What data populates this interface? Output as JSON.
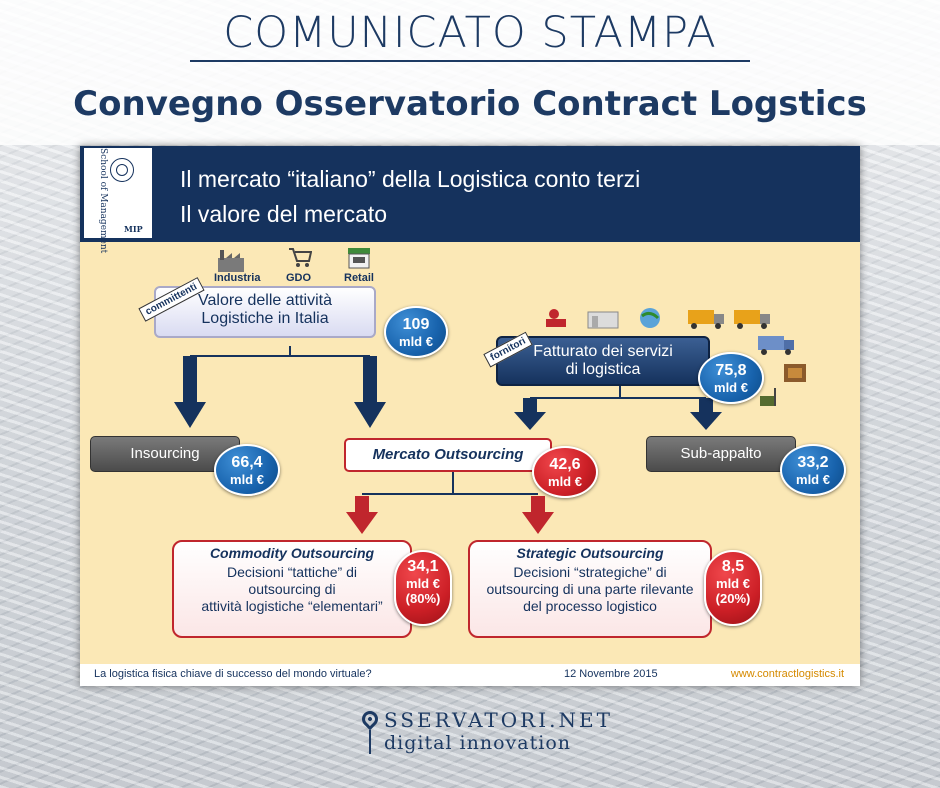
{
  "header": {
    "press_title": "COMUNICATO STAMPA",
    "event_title": "Convegno Osservatorio Contract Logstics"
  },
  "slide": {
    "title_line1": "Il mercato “italiano” della Logistica conto terzi",
    "title_line2": "Il valore del mercato",
    "school_name": "School of Management",
    "mip_label": "MIP",
    "icons": {
      "industria": "Industria",
      "gdo": "GDO",
      "retail": "Retail"
    },
    "tags": {
      "committenti": "committenti",
      "fornitori": "fornitori"
    },
    "valore": {
      "line1": "Valore delle attività",
      "line2": "Logistiche in Italia",
      "value": "109",
      "unit": "mld €"
    },
    "fatturato": {
      "line1": "Fatturato dei servizi",
      "line2": "di logistica",
      "value": "75,8",
      "unit": "mld €"
    },
    "insourcing": {
      "label": "Insourcing",
      "value": "66,4",
      "unit": "mld €"
    },
    "outsourcing": {
      "label": "Mercato Outsourcing",
      "value": "42,6",
      "unit": "mld €"
    },
    "subappalto": {
      "label": "Sub-appalto",
      "value": "33,2",
      "unit": "mld €"
    },
    "commodity": {
      "title": "Commodity Outsourcing",
      "line1": "Decisioni “tattiche” di",
      "line2": "outsourcing di",
      "line3": "attività logistiche “elementari”",
      "value": "34,1",
      "unit": "mld €",
      "pct": "(80%)"
    },
    "strategic": {
      "title": "Strategic Outsourcing",
      "line1": "Decisioni “strategiche” di",
      "line2": "outsourcing di una parte rilevante",
      "line3": "del processo logistico",
      "value": "8,5",
      "unit": "mld €",
      "pct": "(20%)"
    },
    "footer": {
      "left": "La logistica fisica chiave di successo del mondo virtuale?",
      "date": "12 Novembre 2015",
      "url": "www.contractlogistics.it"
    }
  },
  "logo": {
    "line1": "SSERVATORI.NET",
    "line2": "digital innovation"
  },
  "colors": {
    "navy": "#15325d",
    "slide_bg": "#fbe8b6",
    "red": "#c0262d",
    "blue_circle": "#1863ad",
    "footer_url": "#d58a00"
  }
}
